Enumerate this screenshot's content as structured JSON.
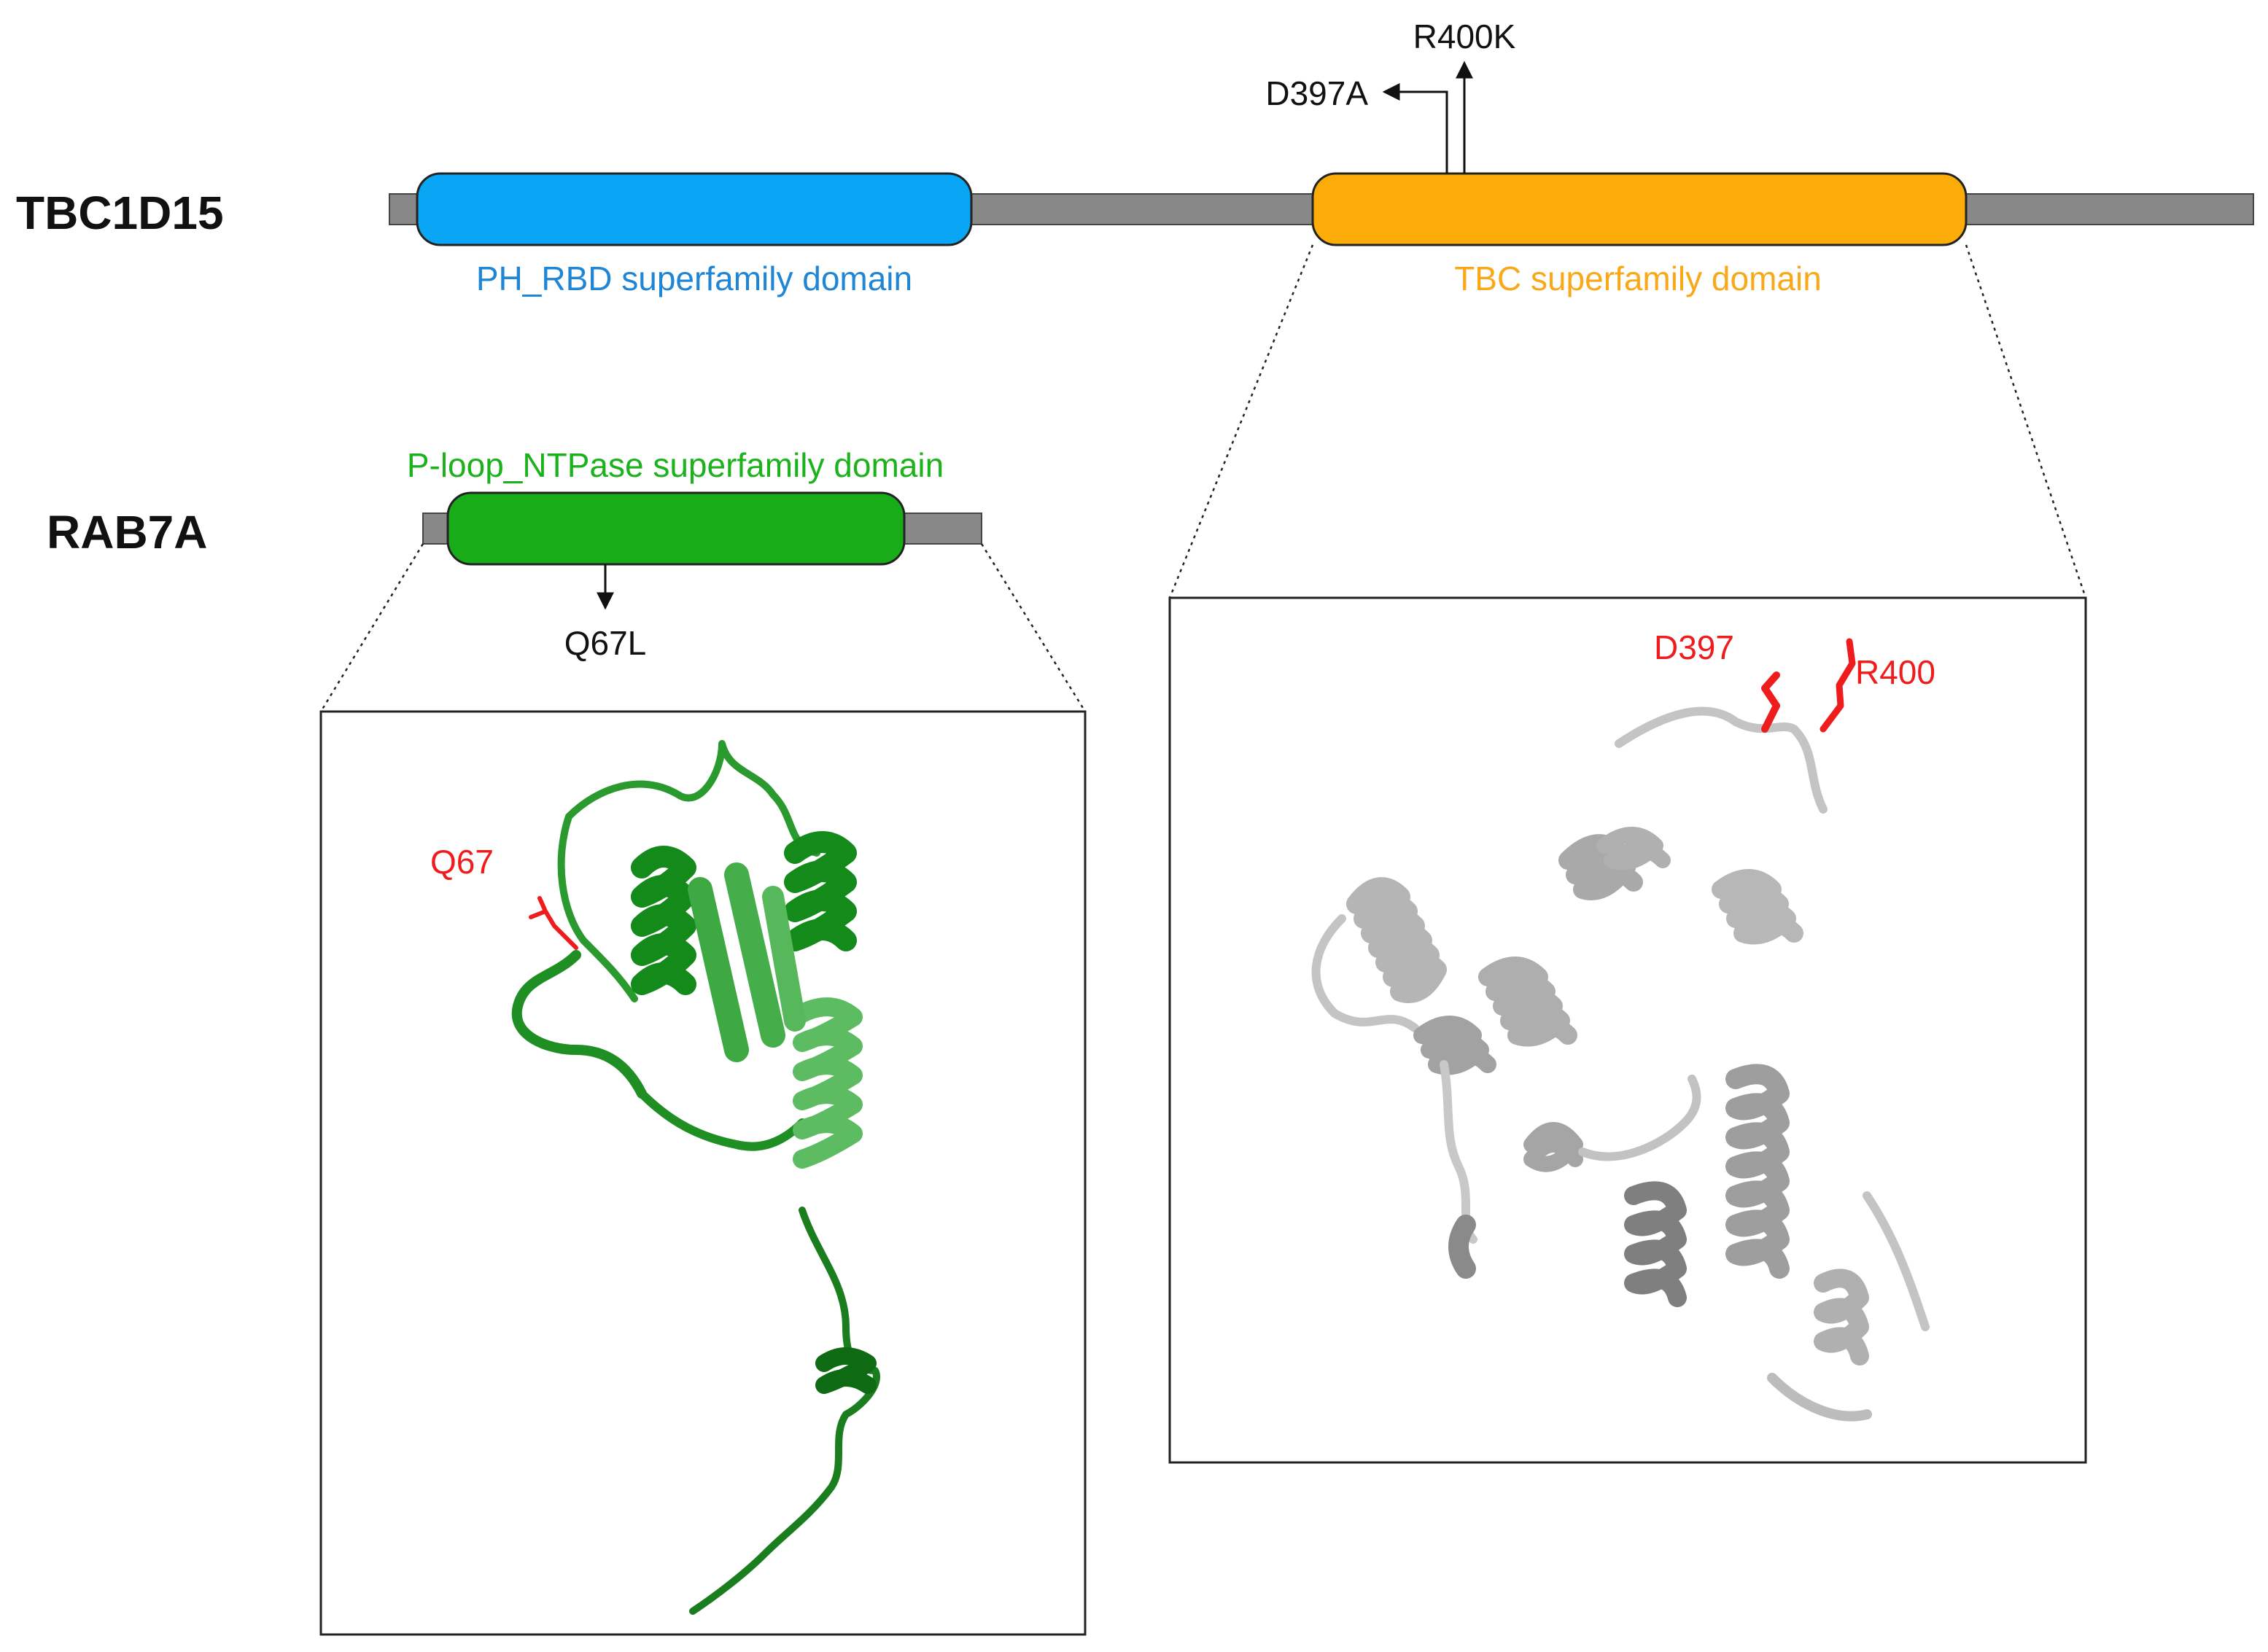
{
  "colors": {
    "backbone": "#888888",
    "ph_rbd": "#0ba5f5",
    "ph_rbd_text": "#1f86d6",
    "tbc": "#fbac08",
    "tbc_text": "#f9a818",
    "ploop": "#18ad18",
    "ploop_text": "#1bb21b",
    "residue": "#ee1c1c",
    "rab7_structure": "#1e8a22",
    "tbc_structure": "#bdbdbd"
  },
  "proteins": {
    "tbc1d15": {
      "name": "TBC1D15",
      "domains": [
        {
          "label": "PH_RBD superfamily domain",
          "color_key": "ph_rbd"
        },
        {
          "label": "TBC superfamily domain",
          "color_key": "tbc"
        }
      ],
      "mutations": [
        "D397A",
        "R400K"
      ]
    },
    "rab7a": {
      "name": "RAB7A",
      "domains": [
        {
          "label": "P-loop_NTPase superfamily domain",
          "color_key": "ploop"
        }
      ],
      "mutations": [
        "Q67L"
      ]
    }
  },
  "structures": {
    "rab7a_residues": [
      "Q67"
    ],
    "tbc_residues": [
      "D397",
      "R400"
    ],
    "rab7a_icon": "protein-ribbon-green-icon",
    "tbc_icon": "protein-ribbon-grey-icon"
  }
}
